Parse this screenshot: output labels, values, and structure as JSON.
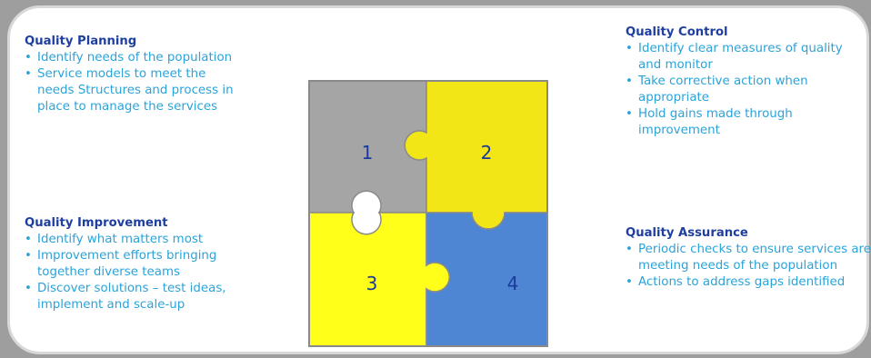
{
  "quadrants": {
    "planning": {
      "title": "Quality Planning",
      "bullets": [
        "Identify needs of the population",
        "Service models to meet the needs Structures and process in place to manage the services"
      ]
    },
    "improvement": {
      "title": "Quality Improvement",
      "bullets": [
        "Identify what matters most",
        "Improvement efforts bringing together diverse teams",
        "Discover solutions – test ideas, implement and scale-up"
      ]
    },
    "control": {
      "title": "Quality Control",
      "bullets": [
        "Identify clear measures of quality and monitor",
        "Take corrective action when appropriate",
        "Hold gains made through improvement"
      ]
    },
    "assurance": {
      "title": "Quality Assurance",
      "bullets": [
        "Periodic checks to ensure services are meeting needs of the population",
        "Actions to address gaps identified"
      ]
    }
  },
  "puzzle": {
    "pieces": [
      {
        "number": "1",
        "color": "#a5a5a5"
      },
      {
        "number": "2",
        "color": "#f2e617"
      },
      {
        "number": "3",
        "color": "#ffff1a"
      },
      {
        "number": "4",
        "color": "#4f86d4"
      }
    ],
    "number_color": "#1a3a9c",
    "outline_color": "#8a8a8a"
  }
}
